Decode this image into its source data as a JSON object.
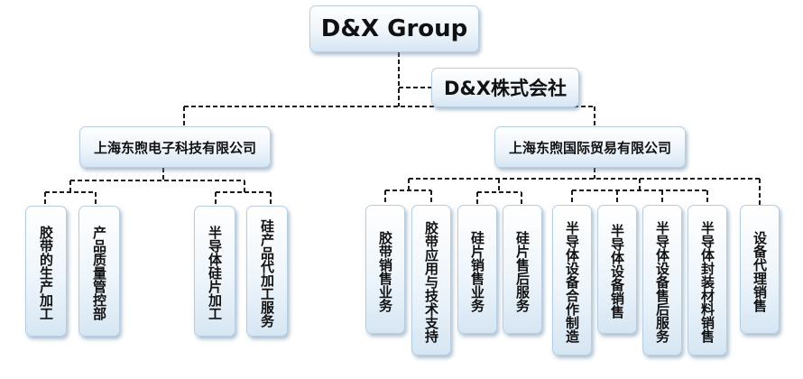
{
  "org": {
    "root": "D&X Group",
    "sub": "D&X株式会社",
    "companies": [
      {
        "name": "上海东煦电子科技有限公司",
        "units": [
          "胶带的生产加工",
          "产品质量管控部",
          "半导体硅片加工",
          "硅产品代加工服务"
        ]
      },
      {
        "name": "上海东煦国际贸易有限公司",
        "units": [
          "胶带销售业务",
          "胶带应用与技术支持",
          "硅片销售业务",
          "硅片售后服务",
          "半导体设备合作制造",
          "半导体设备销售",
          "半导体设备售后服务",
          "半导体封装材料销售",
          "设备代理销售"
        ]
      }
    ]
  }
}
